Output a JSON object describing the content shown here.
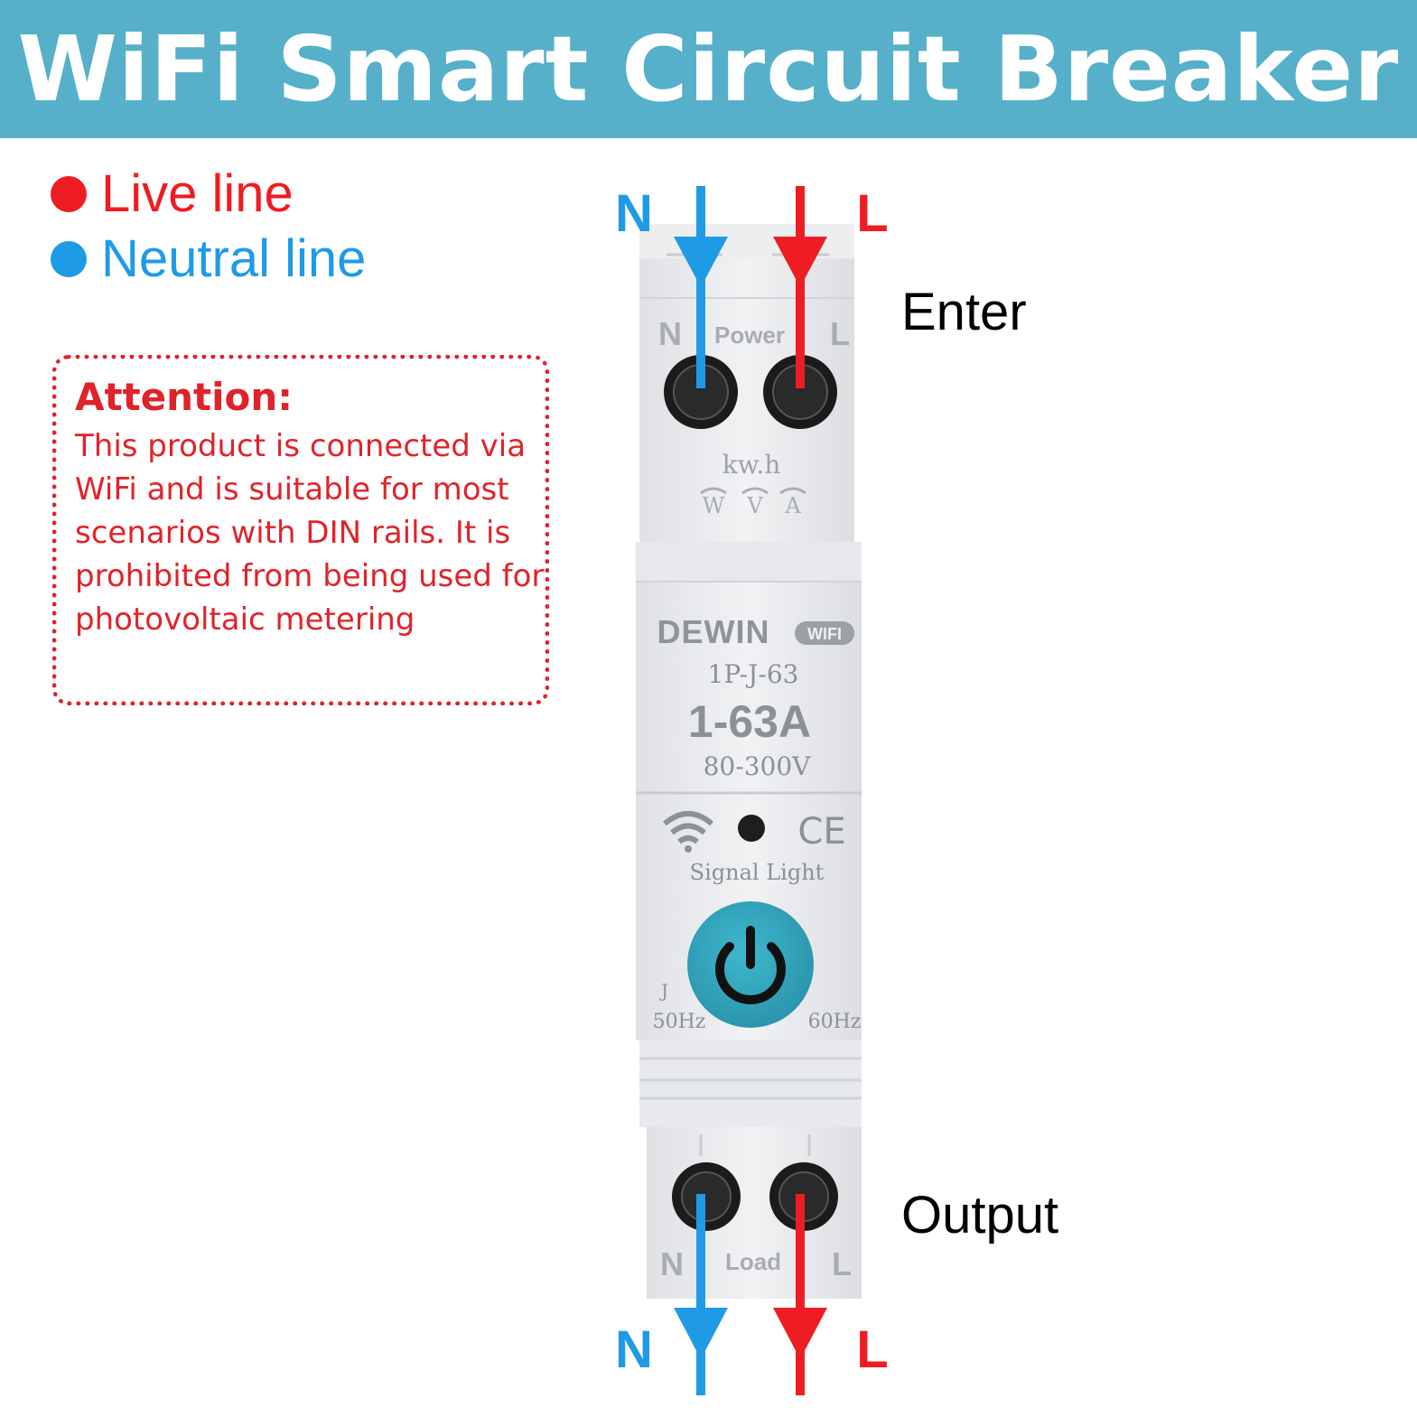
{
  "header": {
    "title": "WiFi Smart Circuit Breaker"
  },
  "legend": {
    "live": {
      "label": "Live line",
      "color": "#ee1d23"
    },
    "neutral": {
      "label": "Neutral line",
      "color": "#1f9be6"
    }
  },
  "attention": {
    "title": "Attention:",
    "body": "This product is connected via WiFi and is suitable for most scenarios with DIN rails. It is prohibited from being used for photovoltaic metering"
  },
  "sides": {
    "enter": "Enter",
    "output": "Output"
  },
  "wires": {
    "top_neutral": "N",
    "top_live": "L",
    "bottom_neutral": "N",
    "bottom_live": "L"
  },
  "device": {
    "power_n": "N",
    "power_label": "Power",
    "power_l": "L",
    "kwh": "kw.h",
    "unit_w": "W",
    "unit_v": "V",
    "unit_a": "A",
    "brand": "DEWIN",
    "wifi_badge": "WIFI",
    "model": "1P-J-63",
    "current": "1-63A",
    "voltage": "80-300V",
    "ce_mark": "CE",
    "signal_light": "Signal Light",
    "j_mark": "J",
    "freq_left": "50Hz",
    "freq_right": "60Hz",
    "load_n": "N",
    "load_label": "Load",
    "load_l": "L"
  }
}
